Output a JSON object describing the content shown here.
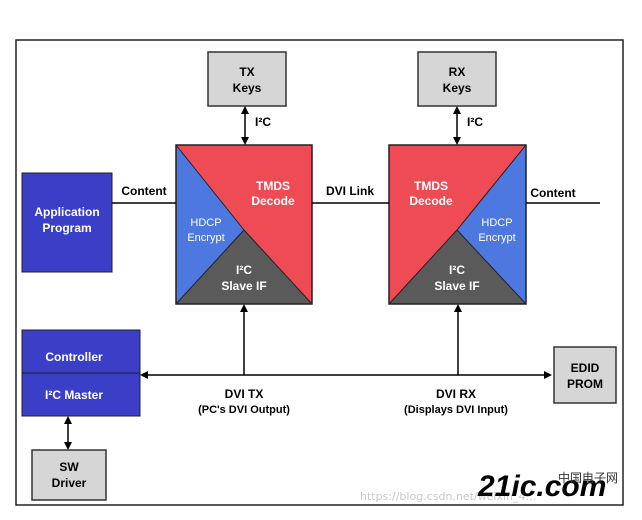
{
  "tx_keys": {
    "line1": "TX",
    "line2": "Keys"
  },
  "rx_keys": {
    "line1": "RX",
    "line2": "Keys"
  },
  "i2c_tx": "I²C",
  "i2c_rx": "I²C",
  "tx": {
    "tmds": {
      "line1": "TMDS",
      "line2": "Decode"
    },
    "hdcp": {
      "line1": "HDCP",
      "line2": "Encrypt"
    },
    "slave": {
      "line1": "I²C",
      "line2": "Slave IF"
    }
  },
  "rx": {
    "tmds": {
      "line1": "TMDS",
      "line2": "Decode"
    },
    "hdcp": {
      "line1": "HDCP",
      "line2": "Encrypt"
    },
    "slave": {
      "line1": "I²C",
      "line2": "Slave IF"
    }
  },
  "app_program": {
    "line1": "Application",
    "line2": "Program"
  },
  "content_left": "Content",
  "content_right": "Content",
  "dvi_link": "DVI Link",
  "controller": {
    "top": "Controller",
    "bottom": "I²C Master"
  },
  "edid": {
    "line1": "EDID",
    "line2": "PROM"
  },
  "dvi_tx": {
    "line1": "DVI TX",
    "line2": "(PC's DVI Output)"
  },
  "dvi_rx": {
    "line1": "DVI RX",
    "line2": "(Displays DVI Input)"
  },
  "sw_driver": {
    "line1": "SW",
    "line2": "Driver"
  },
  "watermark": {
    "url": "https://blog.csdn.net/weixin_4…",
    "logo": "21ic.com",
    "logo_cn": "中国电子网"
  },
  "colors": {
    "red": "#ef4b55",
    "blue": "#4c78e0",
    "dark": "#5a5a5a",
    "navy": "#3b3fc8",
    "gray_box": "#d6d6d6"
  }
}
